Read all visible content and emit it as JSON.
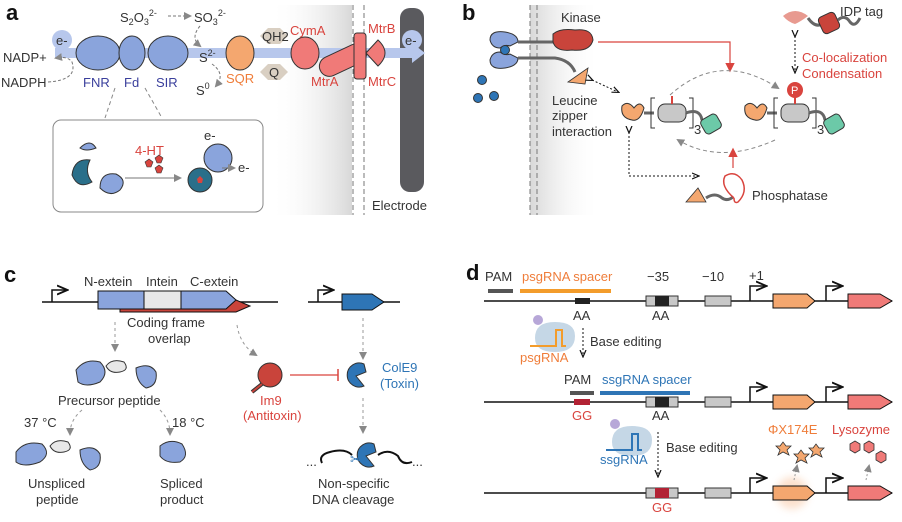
{
  "panels": {
    "a": {
      "letter": "a",
      "thiosulfate": "S2O3 2-",
      "sulfite": "SO3 2-",
      "electron": "e-",
      "nadp": "NADP+",
      "nadph": "NADPH",
      "fnr": "FNR",
      "fd": "Fd",
      "sir": "SIR",
      "sulfide": "S2-",
      "sulfur": "S0",
      "sqr": "SQR",
      "qh2": "QH2",
      "q": "Q",
      "cyma": "CymA",
      "mtra": "MtrA",
      "mtrb": "MtrB",
      "mtrc": "MtrC",
      "electrode": "Electrode",
      "inset_inducer": "4-HT"
    },
    "b": {
      "letter": "b",
      "kinase": "Kinase",
      "idp_tag": "IDP tag",
      "coloc": "Co-localization",
      "condensation": "Condensation",
      "leucine1": "Leucine",
      "leucine2": "zipper",
      "leucine3": "interaction",
      "repeat": "3",
      "phospho": "P",
      "phosphatase": "Phosphatase"
    },
    "c": {
      "letter": "c",
      "nextein": "N-extein",
      "intein": "Intein",
      "cextein": "C-extein",
      "overlap1": "Coding frame",
      "overlap2": "overlap",
      "precursor": "Precursor peptide",
      "temp37": "37 °C",
      "temp18": "18 °C",
      "unspliced1": "Unspliced",
      "unspliced2": "peptide",
      "spliced1": "Spliced",
      "spliced2": "product",
      "im9": "Im9",
      "antitoxin": "(Antitoxin)",
      "cole9": "ColE9",
      "toxin": "(Toxin)",
      "cleavage1": "Non-specific",
      "cleavage2": "DNA cleavage",
      "ellipsis": "..."
    },
    "d": {
      "letter": "d",
      "pam": "PAM",
      "psg_spacer": "psgRNA spacer",
      "minus35": "−35",
      "minus10": "−10",
      "plus1": "+1",
      "aa": "AA",
      "gg": "GG",
      "psgrna": "psgRNA",
      "base_editing": "Base editing",
      "ssg_spacer": "ssgRNA spacer",
      "ssgrna": "ssgRNA",
      "phix": "ΦX174E",
      "lysozyme": "Lysozyme"
    }
  },
  "colors": {
    "blue_protein": "#8aa4dc",
    "teal": "#2a6f8a",
    "red_protein": "#f07a78",
    "dark_red": "#c9443b",
    "orange": "#f4a76f",
    "green": "#6cc9a8",
    "gray_box": "#c8c8c8",
    "electrode": "#5a5a5e"
  }
}
